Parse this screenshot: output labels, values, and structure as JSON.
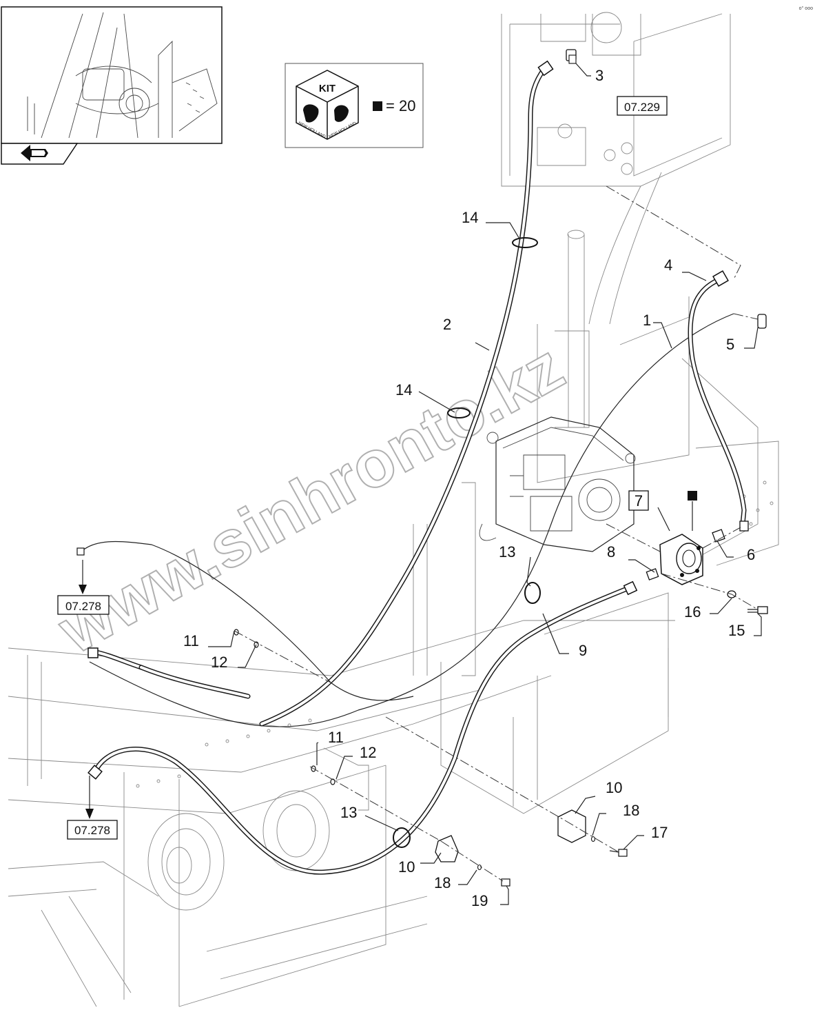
{
  "kit_box": {
    "kit_label": "KIT",
    "brand_left": "NEW HOLLAND",
    "brand_right": "NEW HOLLAND",
    "qty_text": "= 20"
  },
  "refs": {
    "ref_07_229": "07.229",
    "ref_07_278_a": "07.278",
    "ref_07_278_b": "07.278"
  },
  "boxed_callout": "7",
  "callouts": [
    {
      "id": "c1",
      "label": "1"
    },
    {
      "id": "c2",
      "label": "2"
    },
    {
      "id": "c3",
      "label": "3"
    },
    {
      "id": "c4",
      "label": "4"
    },
    {
      "id": "c5",
      "label": "5"
    },
    {
      "id": "c6",
      "label": "6"
    },
    {
      "id": "c8",
      "label": "8"
    },
    {
      "id": "c9",
      "label": "9"
    },
    {
      "id": "c10a",
      "label": "10"
    },
    {
      "id": "c10b",
      "label": "10"
    },
    {
      "id": "c11a",
      "label": "11"
    },
    {
      "id": "c11b",
      "label": "11"
    },
    {
      "id": "c12a",
      "label": "12"
    },
    {
      "id": "c12b",
      "label": "12"
    },
    {
      "id": "c13a",
      "label": "13"
    },
    {
      "id": "c13b",
      "label": "13"
    },
    {
      "id": "c14a",
      "label": "14"
    },
    {
      "id": "c14b",
      "label": "14"
    },
    {
      "id": "c15",
      "label": "15"
    },
    {
      "id": "c16",
      "label": "16"
    },
    {
      "id": "c17",
      "label": "17"
    },
    {
      "id": "c18a",
      "label": "18"
    },
    {
      "id": "c18b",
      "label": "18"
    },
    {
      "id": "c19",
      "label": "19"
    }
  ],
  "watermark": "www.sinhronto.kz",
  "corner_mark": "o° ooo",
  "icons": {
    "back_arrow": "back-arrow-icon",
    "kit_cube": "kit-cube-icon",
    "square_marker": "square-marker-icon"
  }
}
